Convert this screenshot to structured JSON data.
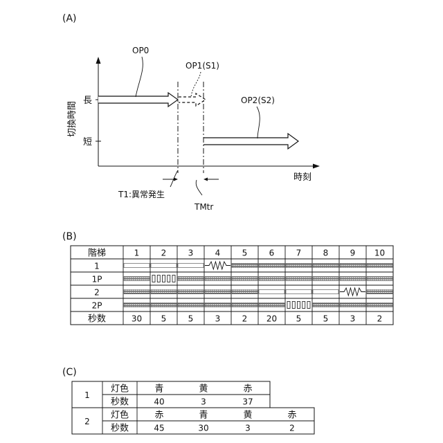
{
  "panel_a": {
    "label": "(A)",
    "y_axis": "切換時間",
    "x_axis": "時刻",
    "y_long": "長",
    "y_short": "短",
    "op0": "OP0",
    "op1": "OP1(S1)",
    "op2": "OP2(S2)",
    "t1": "T1:異常発生",
    "tmtr": "TMtr"
  },
  "panel_b": {
    "label": "(B)",
    "header": "階梯",
    "steps": [
      "1",
      "2",
      "3",
      "4",
      "5",
      "6",
      "7",
      "8",
      "9",
      "10"
    ],
    "rows": [
      {
        "label": "1",
        "cells": [
          "light",
          "light",
          "light",
          "zigzag",
          "dark",
          "dark",
          "dark",
          "dark",
          "dark",
          "dark"
        ]
      },
      {
        "label": "1P",
        "cells": [
          "dark",
          "blink",
          "dark",
          "dark",
          "dark",
          "dark",
          "dark",
          "dark",
          "dark",
          "dark"
        ]
      },
      {
        "label": "2",
        "cells": [
          "dark",
          "dark",
          "dark",
          "dark",
          "dark",
          "light",
          "light",
          "light",
          "zigzag",
          "dark"
        ]
      },
      {
        "label": "2P",
        "cells": [
          "dark",
          "dark",
          "dark",
          "dark",
          "dark",
          "dark",
          "blink",
          "dark",
          "dark",
          "dark"
        ]
      }
    ],
    "seconds_label": "秒数",
    "seconds": [
      "30",
      "5",
      "5",
      "3",
      "2",
      "20",
      "5",
      "5",
      "3",
      "2"
    ]
  },
  "panel_c": {
    "label": "(C)",
    "groups": [
      {
        "id": "1",
        "color_label": "灯色",
        "colors": [
          "青",
          "黄",
          "赤"
        ],
        "sec_label": "秒数",
        "seconds": [
          "40",
          "3",
          "37"
        ]
      },
      {
        "id": "2",
        "color_label": "灯色",
        "colors": [
          "赤",
          "青",
          "黄",
          "赤"
        ],
        "sec_label": "秒数",
        "seconds": [
          "45",
          "30",
          "3",
          "2"
        ]
      }
    ]
  }
}
